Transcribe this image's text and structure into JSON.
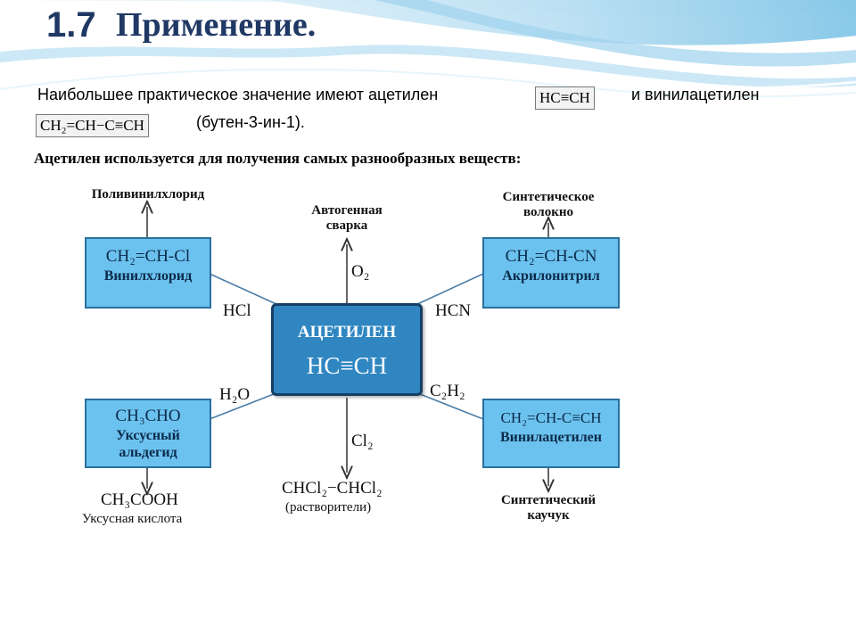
{
  "slide": {
    "number": "1.7",
    "title": "Применение."
  },
  "intro": {
    "line1_text": "Наибольшее практическое значение имеют ацетилен",
    "acetylene_formula": "HC≡CH",
    "line1_tail": "и винилацетилен",
    "vinylacetylene_formula": "CH₂=CH−C≡CH",
    "vinylacetylene_name": "(бутен-3-ин-1)."
  },
  "diagram": {
    "subtitle": "Ацетилен используется для получения самых разнообразных веществ:",
    "center": {
      "name": "АЦЕТИЛЕН",
      "formula": "HC≡CH"
    },
    "top_product": {
      "reagent": "O₂",
      "line1": "Автогенная",
      "line2": "сварка"
    },
    "vinyl_chloride": {
      "reagent": "HCl",
      "formula": "CH₂=CH-Cl",
      "name": "Винилхлорид",
      "product": "Поливинилхлорид"
    },
    "acrylonitrile": {
      "reagent": "HCN",
      "formula": "CH₂=CH-CN",
      "name": "Акрилонитрил",
      "product_line1": "Синтетическое",
      "product_line2": "волокно"
    },
    "acetaldehyde": {
      "reagent": "H₂O",
      "formula": "CH₃CHO",
      "name_line1": "Уксусный",
      "name_line2": "альдегид",
      "product_formula": "CH₃COOH",
      "product_name": "Уксусная кислота"
    },
    "solvents": {
      "reagent": "Cl₂",
      "formula": "CHCl₂−CHCl₂",
      "name": "(растворители)"
    },
    "vinylacetylene": {
      "reagent": "C₂H₂",
      "formula": "CH₂=CH-C≡CH",
      "name": "Винилацетилен",
      "product_line1": "Синтетический",
      "product_line2": "каучук"
    }
  },
  "colors": {
    "title": "#1f3864",
    "box_fill": "#6cc2ef",
    "box_border": "#2a6f9e",
    "center_fill": "#2f86c1",
    "center_border": "#173f66"
  }
}
